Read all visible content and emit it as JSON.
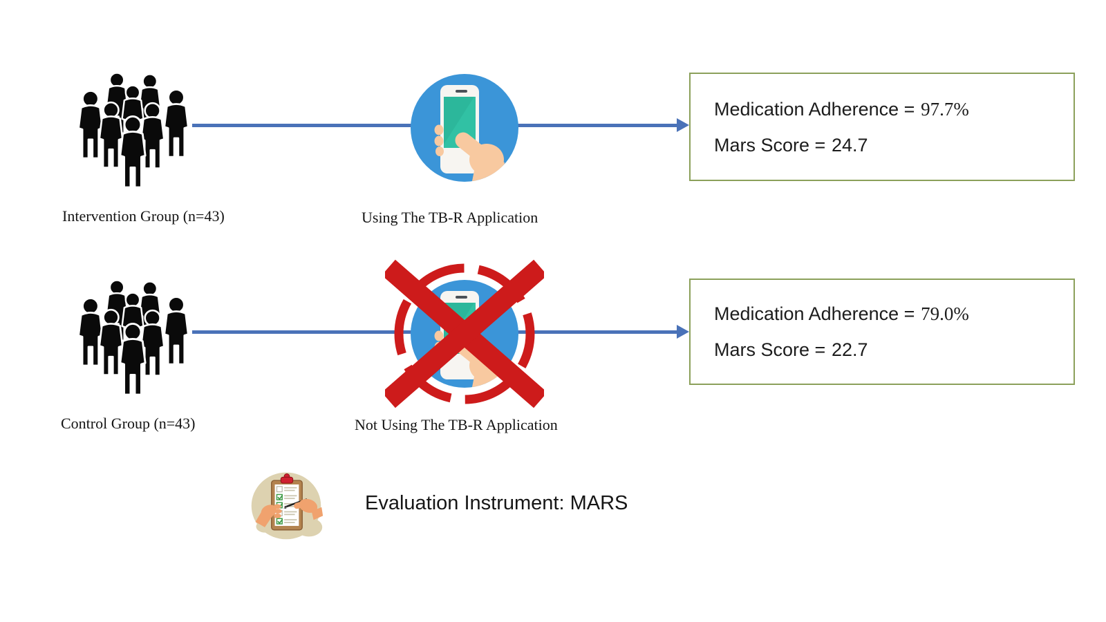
{
  "rows": [
    {
      "group": "Intervention Group (n=43)",
      "condition": "Using The TB-R Application",
      "adherence_label": "Medication Adherence =",
      "adherence_value": "97.7%",
      "mars_label": "Mars Score =",
      "mars_value": "24.7"
    },
    {
      "group": "Control Group (n=43)",
      "condition": "Not Using The TB-R Application",
      "adherence_label": "Medication Adherence =",
      "adherence_value": "79.0%",
      "mars_label": "Mars Score =",
      "mars_value": "22.7"
    }
  ],
  "footer": "Evaluation Instrument: MARS",
  "icons": {
    "group": "crowd-icon",
    "intervention_condition": "phone-app-icon",
    "control_condition": "phone-app-crossed-icon",
    "evaluation": "clipboard-checklist-icon"
  },
  "colors": {
    "arrow_blue": "#4a72b8",
    "box_border": "#8ba05a",
    "icon_circle_blue": "#3b95d8",
    "phone_screen_teal": "#31c1a4",
    "cross_red": "#cd1b1b",
    "text": "#1d1d1d"
  }
}
